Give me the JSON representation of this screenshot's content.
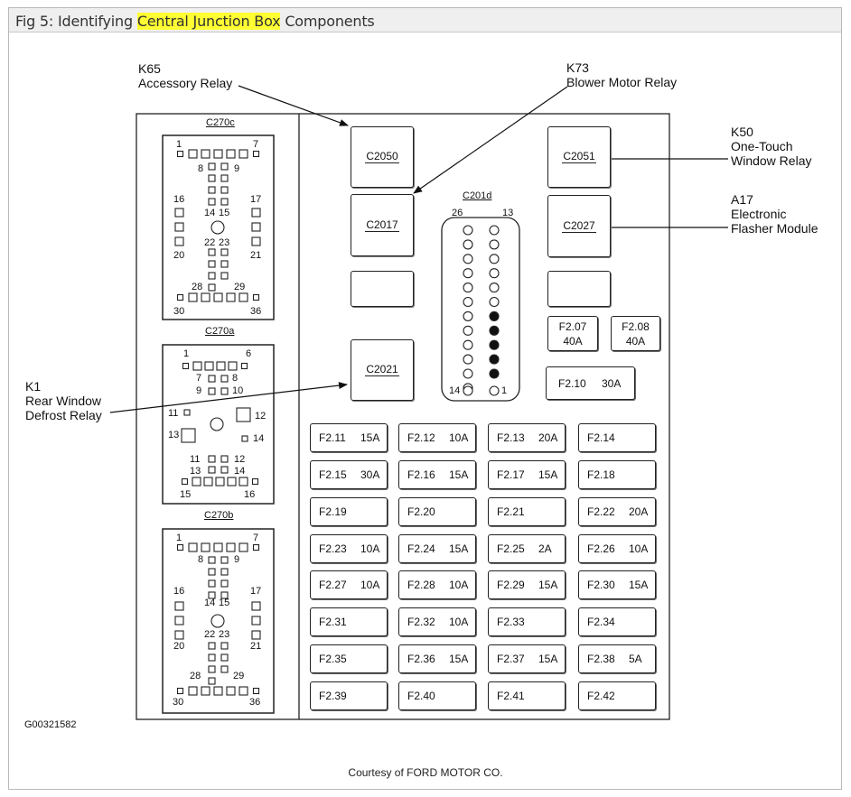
{
  "title": {
    "prefix": "Fig 5: Identifying ",
    "highlight": "Central Junction Box",
    "suffix": " Components"
  },
  "callouts": {
    "k65": {
      "id": "K65",
      "desc": "Accessory Relay"
    },
    "k73": {
      "id": "K73",
      "desc": "Blower Motor Relay"
    },
    "k50": {
      "id": "K50",
      "desc1": "One-Touch",
      "desc2": "Window Relay"
    },
    "a17": {
      "id": "A17",
      "desc1": "Electronic",
      "desc2": "Flasher Module"
    },
    "k1": {
      "id": "K1",
      "desc1": "Rear Window",
      "desc2": "Defrost Relay"
    }
  },
  "connectors": {
    "c270c": {
      "label": "C270c",
      "pins": {
        "p1": "1",
        "p7": "7",
        "p8": "8",
        "p9": "9",
        "p16": "16",
        "p17": "17",
        "p14": "14",
        "p15": "15",
        "p22": "22",
        "p23": "23",
        "p20": "20",
        "p21": "21",
        "p28": "28",
        "p29": "29",
        "p30": "30",
        "p36": "36"
      }
    },
    "c270a": {
      "label": "C270a",
      "pins": {
        "p1": "1",
        "p6": "6",
        "p7": "7",
        "p8": "8",
        "p9": "9",
        "p10": "10",
        "p11": "11",
        "p12": "12",
        "p13": "13",
        "p14": "14",
        "p11b": "11",
        "p12b": "12",
        "p13b": "13",
        "p14b": "14",
        "p15": "15",
        "p16": "16"
      }
    },
    "c270b": {
      "label": "C270b",
      "pins": {
        "p1": "1",
        "p7": "7",
        "p8": "8",
        "p9": "9",
        "p16": "16",
        "p17": "17",
        "p14": "14",
        "p15": "15",
        "p22": "22",
        "p23": "23",
        "p20": "20",
        "p21": "21",
        "p28": "28",
        "p29": "29",
        "p30": "30",
        "p36": "36"
      }
    },
    "c201d": {
      "label": "C201d",
      "pins": {
        "p26": "26",
        "p13": "13",
        "p14": "14",
        "p1": "1"
      }
    }
  },
  "relays": {
    "c2050": "C2050",
    "c2017": "C2017",
    "c2021": "C2021",
    "c2051": "C2051",
    "c2027": "C2027"
  },
  "large_fuses": [
    {
      "name": "F2.07",
      "rating": "40A"
    },
    {
      "name": "F2.08",
      "rating": "40A"
    },
    {
      "name": "F2.10",
      "rating": "30A"
    }
  ],
  "fuses": [
    {
      "name": "F2.11",
      "rating": "15A"
    },
    {
      "name": "F2.12",
      "rating": "10A"
    },
    {
      "name": "F2.13",
      "rating": "20A"
    },
    {
      "name": "F2.14",
      "rating": ""
    },
    {
      "name": "F2.15",
      "rating": "30A"
    },
    {
      "name": "F2.16",
      "rating": "15A"
    },
    {
      "name": "F2.17",
      "rating": "15A"
    },
    {
      "name": "F2.18",
      "rating": ""
    },
    {
      "name": "F2.19",
      "rating": ""
    },
    {
      "name": "F2.20",
      "rating": ""
    },
    {
      "name": "F2.21",
      "rating": ""
    },
    {
      "name": "F2.22",
      "rating": "20A"
    },
    {
      "name": "F2.23",
      "rating": "10A"
    },
    {
      "name": "F2.24",
      "rating": "15A"
    },
    {
      "name": "F2.25",
      "rating": "2A"
    },
    {
      "name": "F2.26",
      "rating": "10A"
    },
    {
      "name": "F2.27",
      "rating": "10A"
    },
    {
      "name": "F2.28",
      "rating": "10A"
    },
    {
      "name": "F2.29",
      "rating": "15A"
    },
    {
      "name": "F2.30",
      "rating": "15A"
    },
    {
      "name": "F2.31",
      "rating": ""
    },
    {
      "name": "F2.32",
      "rating": "10A"
    },
    {
      "name": "F2.33",
      "rating": ""
    },
    {
      "name": "F2.34",
      "rating": ""
    },
    {
      "name": "F2.35",
      "rating": ""
    },
    {
      "name": "F2.36",
      "rating": "15A"
    },
    {
      "name": "F2.37",
      "rating": "15A"
    },
    {
      "name": "F2.38",
      "rating": "5A"
    },
    {
      "name": "F2.39",
      "rating": ""
    },
    {
      "name": "F2.40",
      "rating": ""
    },
    {
      "name": "F2.41",
      "rating": ""
    },
    {
      "name": "F2.42",
      "rating": ""
    }
  ],
  "figure_code": "G00321582",
  "courtesy": "Courtesy of FORD MOTOR CO."
}
